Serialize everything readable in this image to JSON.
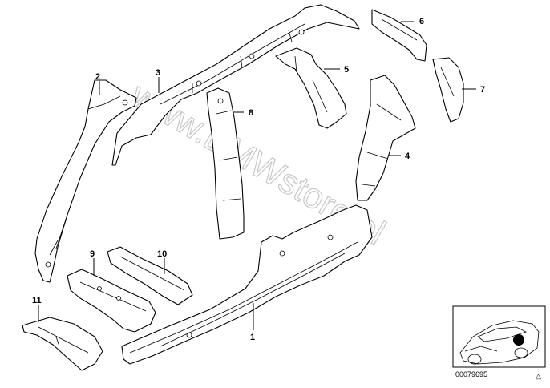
{
  "diagram": {
    "watermark": "www.BMWstore.pl",
    "part_callouts": [
      "1",
      "2",
      "3",
      "4",
      "5",
      "6",
      "7",
      "8",
      "9",
      "10",
      "11"
    ],
    "inset": {
      "code": "00079695",
      "symbol": "△"
    }
  }
}
